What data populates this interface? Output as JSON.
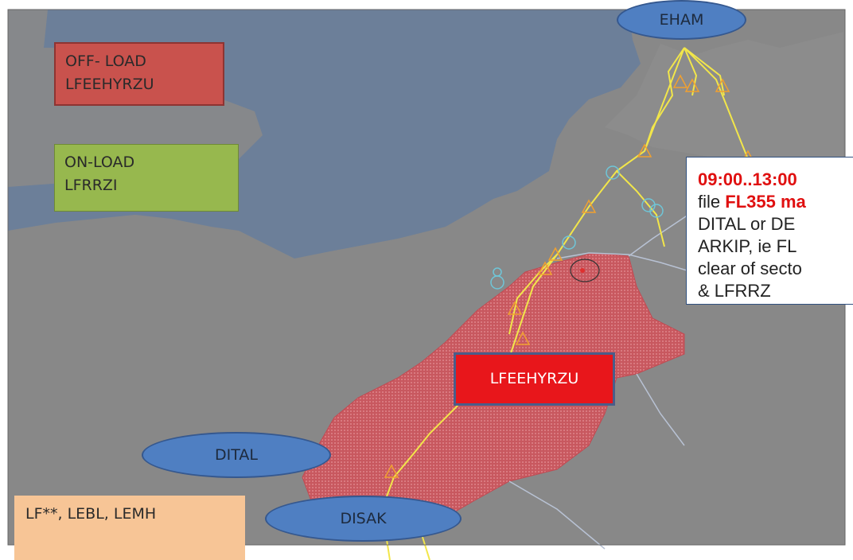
{
  "legend": {
    "offload": {
      "line1": "OFF- LOAD",
      "line2": "LFEEHYRZU",
      "color": "#c9524d"
    },
    "onload": {
      "line1": "ON-LOAD",
      "line2": "LFRRZI",
      "color": "#97b84e"
    },
    "destinations": {
      "label": "LF**, LEBL, LEMH",
      "color": "#f7c596"
    }
  },
  "sector_label": {
    "text": "LFEEHYRZU",
    "color": "#e8161b"
  },
  "airports": {
    "origin": "EHAM"
  },
  "waypoints": {
    "dital": "DITAL",
    "disak": "DISAK"
  },
  "note": {
    "time": "09:00..13:00",
    "line2_prefix": "file ",
    "line2_level": "FL355 ma",
    "line3": "DITAL or  DE",
    "line4": "ARKIP, ie  FL",
    "line5": "clear of secto",
    "line6": "& LFRRZ"
  },
  "colors": {
    "sea": "#6c7f99",
    "land": "#888888",
    "route": "#f2e64a",
    "restricted_sector": "#c8585f",
    "waypoint_fill": "#4f7fc2"
  }
}
